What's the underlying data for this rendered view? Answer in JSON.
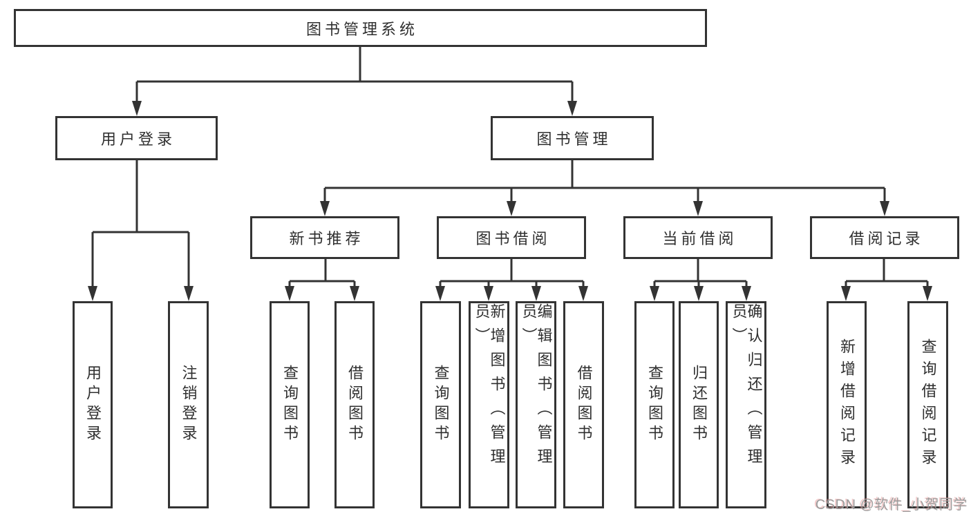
{
  "diagram": {
    "title": "图书管理系统",
    "colors": {
      "line": "#333333",
      "text": "#2f2f2f",
      "background": "#ffffff",
      "watermark": "#9c9c9c"
    },
    "root": {
      "label": "图书管理系统",
      "children": [
        {
          "label": "用户登录",
          "children": [
            {
              "label": "用户登录"
            },
            {
              "label": "注销登录"
            }
          ]
        },
        {
          "label": "图书管理",
          "children": [
            {
              "label": "新书推荐",
              "children": [
                {
                  "label": "查询图书"
                },
                {
                  "label": "借阅图书"
                }
              ]
            },
            {
              "label": "图书借阅",
              "children": [
                {
                  "label": "查询图书"
                },
                {
                  "label": "新增图书（管理员）"
                },
                {
                  "label": "编辑图书（管理员）"
                },
                {
                  "label": "借阅图书"
                }
              ]
            },
            {
              "label": "当前借阅",
              "children": [
                {
                  "label": "查询图书"
                },
                {
                  "label": "归还图书"
                },
                {
                  "label": "确认归还（管理员）"
                }
              ]
            },
            {
              "label": "借阅记录",
              "children": [
                {
                  "label": "新增借阅记录"
                },
                {
                  "label": "查询借阅记录"
                }
              ]
            }
          ]
        }
      ]
    },
    "watermark": "CSDN @软件_小贺同学"
  }
}
